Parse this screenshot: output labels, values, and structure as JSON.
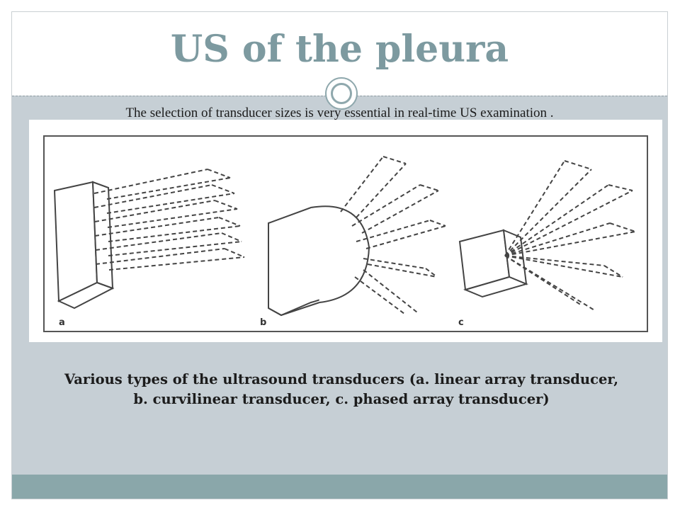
{
  "slide": {
    "title": "US of the pleura",
    "subtitle": "The selection of transducer sizes is very essential in real-time US examination .",
    "caption": "Various types of the ultrasound transducers (a. linear array transducer, b. curvilinear transducer, c. phased array transducer)",
    "figure": {
      "label_a": "a",
      "label_b": "b",
      "label_c": "c"
    }
  },
  "colors": {
    "title": "#7d9aa0",
    "background": "#c6cfd5",
    "footer": "#8aa7aa"
  }
}
